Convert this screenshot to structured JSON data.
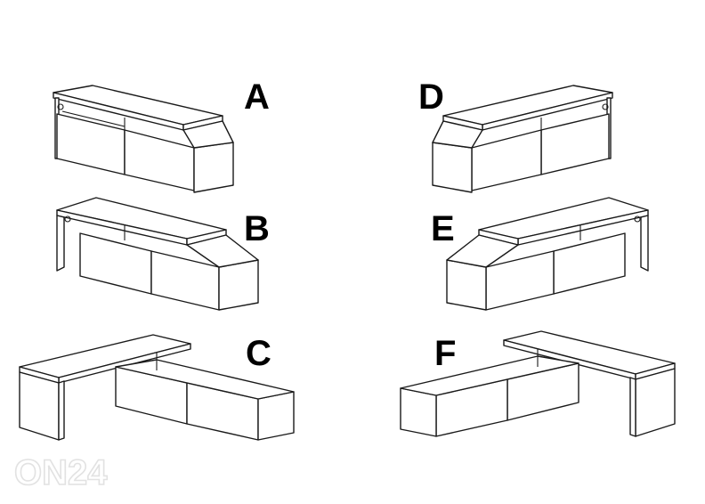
{
  "variants": [
    {
      "label": "A"
    },
    {
      "label": "B"
    },
    {
      "label": "C"
    },
    {
      "label": "D"
    },
    {
      "label": "E"
    },
    {
      "label": "F"
    }
  ],
  "watermark": {
    "text": "ON24"
  },
  "colors": {
    "line": "#1a1a1a",
    "letters": "#000000",
    "watermark": "#e2e2e2"
  }
}
